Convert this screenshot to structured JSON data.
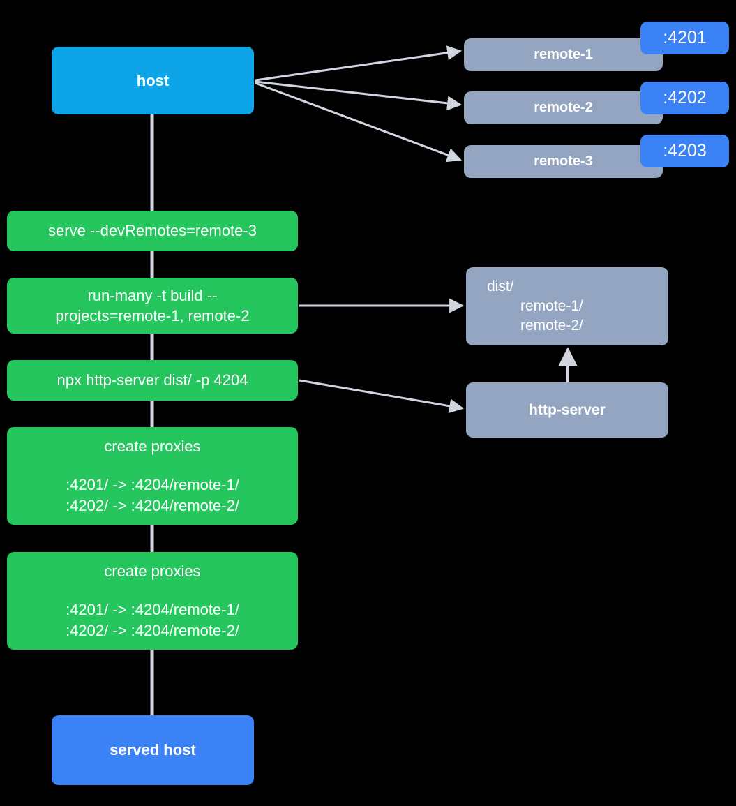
{
  "diagram": {
    "title": "nx module federation host and remotes serve flow",
    "colors": {
      "background": "#000000",
      "host": "#0da5e8",
      "remote": "#93a5c0",
      "command": "#26c65f",
      "port_badge": "#3b82f6",
      "served_host": "#3b82f6",
      "edge": "#d0d5e0",
      "text": "#ffffff"
    }
  },
  "nodes": {
    "host": {
      "label": "host"
    },
    "remote_1": {
      "label": "remote-1",
      "port": ":4201"
    },
    "remote_2": {
      "label": "remote-2",
      "port": ":4202"
    },
    "remote_3": {
      "label": "remote-3",
      "port": ":4203"
    },
    "serve_cmd": {
      "label": "serve --devRemotes=remote-3"
    },
    "run_many_cmd": {
      "line1": "run-many -t build --",
      "line2": "projects=remote-1, remote-2"
    },
    "http_server_cmd": {
      "label": "npx http-server dist/ -p 4204"
    },
    "create_proxies_1": {
      "title": "create proxies",
      "line1": ":4201/ -> :4204/remote-1/",
      "line2": ":4202/ -> :4204/remote-2/"
    },
    "create_proxies_2": {
      "title": "create proxies",
      "line1": ":4201/ -> :4204/remote-1/",
      "line2": ":4202/ -> :4204/remote-2/"
    },
    "dist_dir": {
      "line1": "dist/",
      "line2": "remote-1/",
      "line3": "remote-2/"
    },
    "http_server": {
      "label": "http-server"
    },
    "served_host": {
      "label": "served host"
    }
  }
}
